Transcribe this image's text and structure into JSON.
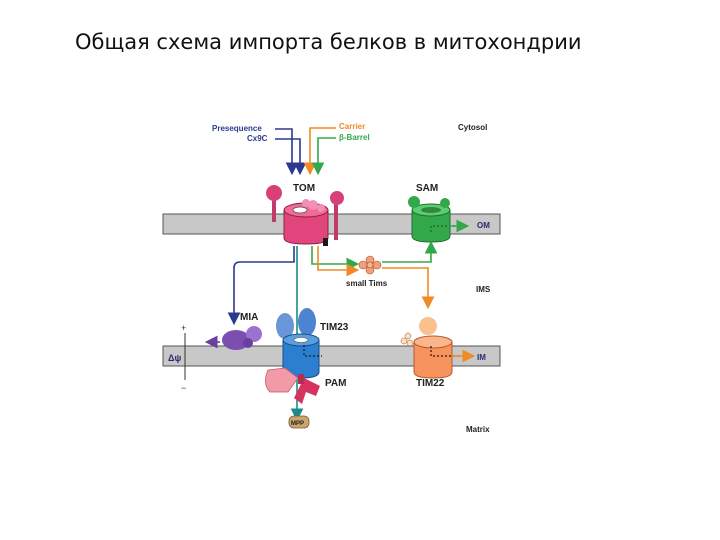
{
  "slide": {
    "title": "Общая схема импорта белков в митохондрии"
  },
  "labels": {
    "presequence": "Presequence",
    "cx9c": "Cx9C",
    "carrier": "Carrier",
    "beta_barrel": "β-Barrel",
    "cytosol": "Cytosol",
    "tom": "TOM",
    "sam": "SAM",
    "om": "OM",
    "small_tims": "small Tims",
    "ims": "IMS",
    "mia": "MIA",
    "tim23": "TIM23",
    "im": "IM",
    "pam": "PAM",
    "tim22": "TIM22",
    "mpp": "MPP",
    "matrix": "Matrix",
    "delta_psi": "Δψ",
    "plus": "+",
    "minus": "−"
  },
  "colors": {
    "presequence": "#2b3a8f",
    "cx9c": "#2b3a8f",
    "carrier": "#f08a24",
    "beta_barrel": "#33a84a",
    "tom": "#e0457b",
    "sam": "#2fa84a",
    "mia": "#7a4fb0",
    "tim23": "#2c7fd0",
    "pam": "#e0457b",
    "tim22": "#f7945e",
    "membrane": "#c8c8c8",
    "membrane_label": "#2b2b6a"
  }
}
